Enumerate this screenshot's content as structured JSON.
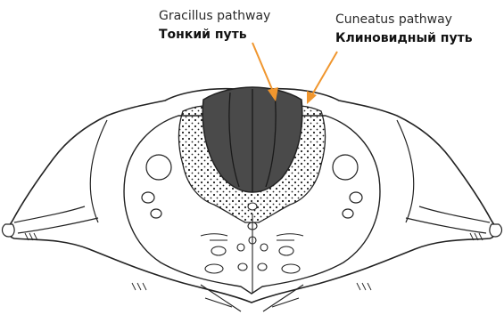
{
  "labels": {
    "gracillus": {
      "en": "Gracillus pathway",
      "ru": "Тонкий путь"
    },
    "cuneatus": {
      "en": "Cuneatus pathway",
      "ru": "Клиновидный путь"
    }
  },
  "colors": {
    "arrow": "#f0962e",
    "pathway_fill": "#4a4a4a",
    "outline": "#222222"
  }
}
